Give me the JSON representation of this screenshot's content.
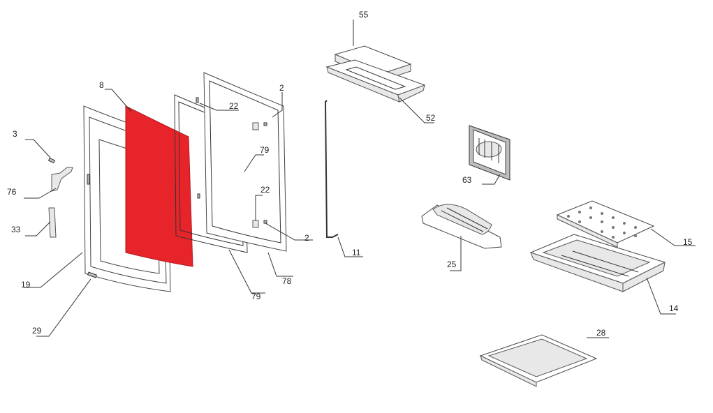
{
  "diagram": {
    "highlight_color": "#e8242b",
    "line_color": "#333333",
    "callouts": [
      {
        "id": "c55",
        "label": "55"
      },
      {
        "id": "c52",
        "label": "52"
      },
      {
        "id": "c8",
        "label": "8"
      },
      {
        "id": "c2a",
        "label": "2"
      },
      {
        "id": "c22a",
        "label": "22"
      },
      {
        "id": "c79a",
        "label": "79"
      },
      {
        "id": "c22b",
        "label": "22"
      },
      {
        "id": "c2b",
        "label": "2"
      },
      {
        "id": "c3",
        "label": "3"
      },
      {
        "id": "c76",
        "label": "76"
      },
      {
        "id": "c33",
        "label": "33"
      },
      {
        "id": "c19",
        "label": "19"
      },
      {
        "id": "c29",
        "label": "29"
      },
      {
        "id": "c79b",
        "label": "79"
      },
      {
        "id": "c78",
        "label": "78"
      },
      {
        "id": "c11",
        "label": "11"
      },
      {
        "id": "c63",
        "label": "63"
      },
      {
        "id": "c25",
        "label": "25"
      },
      {
        "id": "c15",
        "label": "15"
      },
      {
        "id": "c14",
        "label": "14"
      },
      {
        "id": "c28",
        "label": "28"
      }
    ]
  }
}
